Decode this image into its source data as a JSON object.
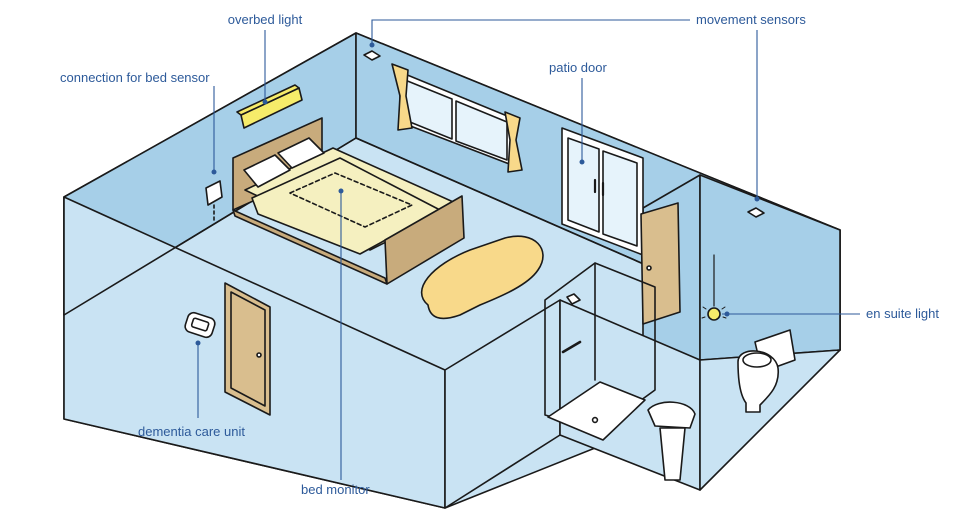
{
  "colors": {
    "label": "#2d5a9a",
    "leader": "#2d5a9a",
    "wall": "#a6cfe8",
    "wall_dark": "#8fbfdc",
    "floor": "#c9e3f3",
    "outline": "#1a1a1a",
    "bed_frame": "#c8ab7c",
    "bedding": "#f5f0c0",
    "rug": "#f8d98a",
    "door": "#d9be8e",
    "light": "#f6ec6a",
    "glass": "#e6f3fb"
  },
  "labels": {
    "overbed_light": "overbed light",
    "movement_sensors": "movement sensors",
    "connection_bed_sensor": "connection for bed sensor",
    "patio_door": "patio door",
    "en_suite_light": "en suite light",
    "dementia_care_unit": "dementia care unit",
    "bed_monitor": "bed monitor"
  },
  "icons": {
    "overbed_light": "light-bar-icon",
    "sensor": "motion-sensor-icon",
    "en_suite_light": "light-bulb-icon",
    "care_unit": "care-unit-icon"
  }
}
